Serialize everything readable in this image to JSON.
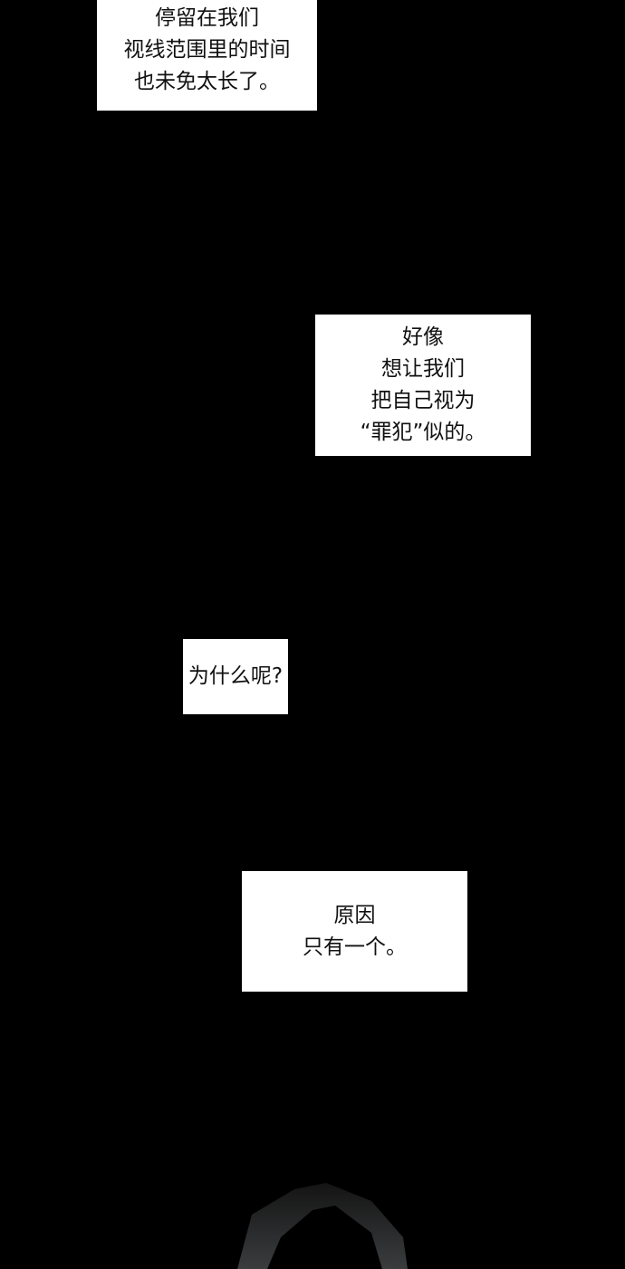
{
  "bubbles": [
    {
      "lines": [
        "停留在我们",
        "视线范围里的时间",
        "也未免太长了。"
      ]
    },
    {
      "lines": [
        "好像",
        "想让我们",
        "把自己视为",
        "“罪犯”似的。"
      ]
    },
    {
      "lines": [
        "为什么呢?"
      ]
    },
    {
      "lines": [
        "原因",
        "只有一个。"
      ]
    }
  ]
}
